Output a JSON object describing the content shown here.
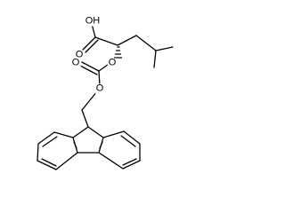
{
  "molecule": {
    "labels": {
      "hydroxyl": "OH",
      "carbonyl_oxygen_acid": "O",
      "ester_oxygen_1": "O",
      "carbonyl_oxygen_carbonate": "O",
      "ester_oxygen_2": "O"
    }
  }
}
